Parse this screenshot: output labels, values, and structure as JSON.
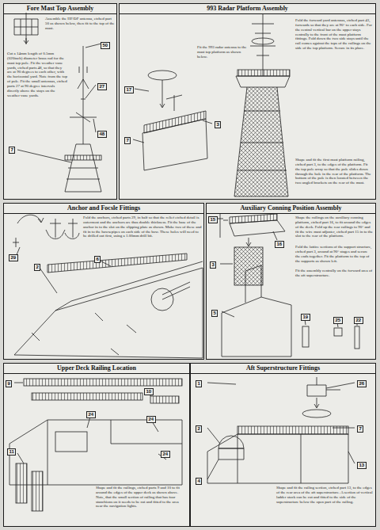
{
  "diagram": {
    "nodes": [
      {
        "text": [
          "Fore Mast Top Assembly",
          "Assemble the HF/DF antenna, etched part 50 as shown below, then fit to the top of the mast.",
          "Cut a 14mm length of 0.5mm (020inch) diameter brass rod for the mast top pole. Fit the weather vane yards, etched parts 48, so that they are at 90 degrees to each other, with the horizontal yard. Note from the top of pole. Fit the small antennas, etched parts 27 at 90 degree intervals directly above the stays on the weather vane yards."
        ]
      },
      {
        "text": [
          "50"
        ],
        "in": 0
      },
      {
        "text": [
          "27"
        ],
        "in": 0
      },
      {
        "text": [
          "48"
        ],
        "in": 0
      },
      {
        "text": [
          "7"
        ],
        "in": 0
      },
      {
        "text": [
          "993 Radar Platform Assembly",
          "Fit the 993 radar antenna to the mast top platform as shown below.",
          "Fold the forward yard antennas, etched part 43, forwards so that they are at 90° to each side. For the central vertical bar on the upper stays centrally to the front of the mast platform fittings. Fold down the two side stays until the rail comes against the tops of the railings on the side of the top platform. Secure in its place.",
          "Shape and fit the first mast platform railing, etched part 3, to the edges of the platform. Fit the top pole array so that the pole slides down through the hole in the rear of the platform. The bottom of the pole is then located between the two angled brackets on the rear of the mast."
        ]
      },
      {
        "text": [
          "17"
        ],
        "in": 5
      },
      {
        "text": [
          "7"
        ],
        "in": 5
      },
      {
        "text": [
          "3"
        ],
        "in": 5
      },
      {
        "text": [
          "Anchor and Focsle Fittings",
          "Fold the anchors, etched parts 29, in half so that the relief etched detail is outermost and the anchors are thus double thickness. Fit the base of the anchor in to the slot on the slipping plate as shown. Make two of these and fit in to the hawsepipes on each side of the bow. These holes will need to be drilled out first, using a 1.00mm drill bit."
        ]
      },
      {
        "text": [
          "29"
        ],
        "in": 9
      },
      {
        "text": [
          "6"
        ],
        "in": 9
      },
      {
        "text": [
          "2"
        ],
        "in": 9
      },
      {
        "text": [
          "Auxiliary Conning Position Assembly",
          "Shape the railings on the auxiliary conning platform, etched part 16, to fit around the edges of the deck. Fold up the rear railings to 90° and fit the wire mast adjuster, etched part 15 in to the slot to the rear of the platform.",
          "Fold the lattice sections of the support structure, etched part 3, around at 90° stages and secure the ends together. Fit the platform to the top of the supports as shown left.",
          "Fit the assembly centrally on the forward area of the aft superstructure."
        ]
      },
      {
        "text": [
          "15"
        ],
        "in": 13
      },
      {
        "text": [
          "16"
        ],
        "in": 13
      },
      {
        "text": [
          "3"
        ],
        "in": 13
      },
      {
        "text": [
          "5"
        ],
        "in": 13
      },
      {
        "text": [
          "19"
        ],
        "in": 13
      },
      {
        "text": [
          "25"
        ],
        "in": 13
      },
      {
        "text": [
          "22"
        ],
        "in": 13
      },
      {
        "text": [
          "Upper Deck Railing Location",
          "Shape and fit the railings, etched parts 9 and 10 to fit around the edges of the upper deck as shown above. Note, that the small section of railing that has four stanchions on it needs to be cut and fitted to the area near the navigation lights."
        ]
      },
      {
        "text": [
          "9"
        ],
        "in": 21
      },
      {
        "text": [
          "10"
        ],
        "in": 21
      },
      {
        "text": [
          "24"
        ],
        "in": 21
      },
      {
        "text": [
          "24"
        ],
        "in": 21
      },
      {
        "text": [
          "24"
        ],
        "in": 21
      },
      {
        "text": [
          "11"
        ],
        "in": 21
      },
      {
        "text": [
          "Aft Superstructure Fittings",
          "Shape and fit the railing section, etched part 13, to the edges of the rear area of the aft superstructure. A section of vertical ladder stock can be cut and fitted to the side of the superstructure below the open part of the railing."
        ]
      },
      {
        "text": [
          "1"
        ],
        "in": 28
      },
      {
        "text": [
          "26"
        ],
        "in": 28
      },
      {
        "text": [
          "2"
        ],
        "in": 28
      },
      {
        "text": [
          "7"
        ],
        "in": 28
      },
      {
        "text": [
          "4"
        ],
        "in": 28
      },
      {
        "text": [
          "13"
        ],
        "in": 28
      }
    ]
  }
}
